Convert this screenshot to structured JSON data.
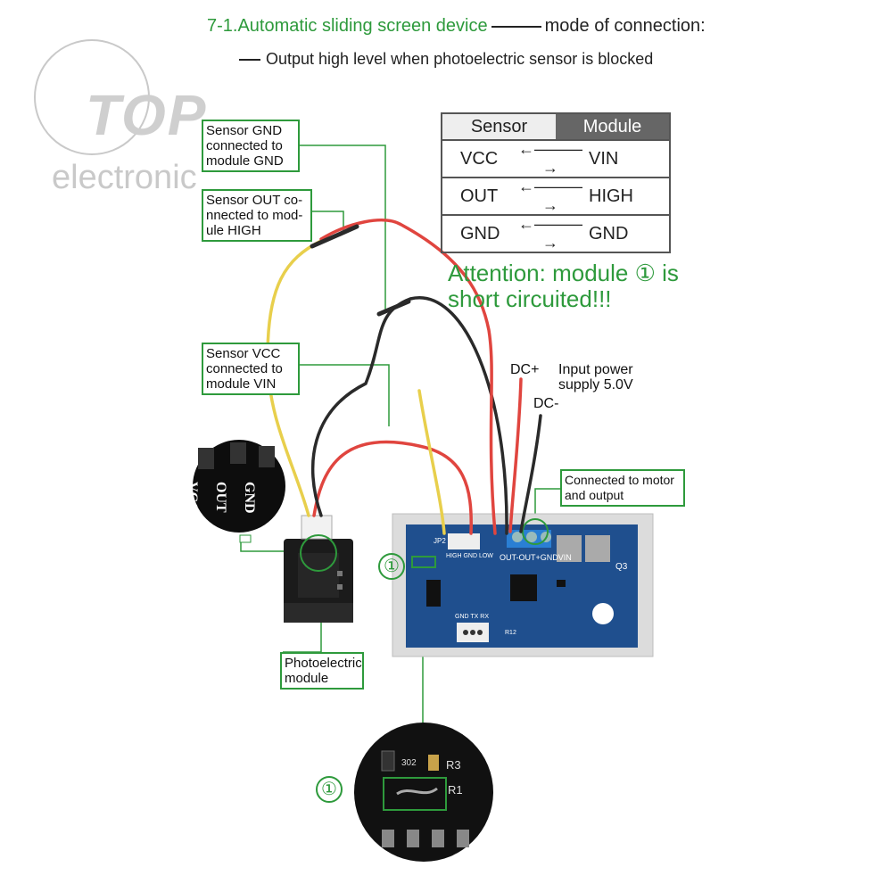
{
  "header": {
    "title_part1": "7-1.Automatic sliding screen device",
    "title_part2": "mode of connection:",
    "subtitle": "Output high level when photoelectric sensor is blocked"
  },
  "logo": {
    "main": "TOP",
    "sub": "electronic"
  },
  "callouts": {
    "gnd": [
      "Sensor GND",
      "connected to",
      "module GND"
    ],
    "out": [
      "Sensor OUT co-",
      "nnected to mod-",
      "ule HIGH"
    ],
    "vcc": [
      "Sensor VCC",
      "connected to",
      "module VIN"
    ],
    "photo": [
      "Photoelectric",
      "module"
    ],
    "motor": [
      "Connected to motor",
      "and output"
    ]
  },
  "table": {
    "header_left": "Sensor",
    "header_right": "Module",
    "arrow": "←———→",
    "rows": [
      {
        "sensor": "VCC",
        "module": "VIN"
      },
      {
        "sensor": "OUT",
        "module": "HIGH"
      },
      {
        "sensor": "GND",
        "module": "GND"
      }
    ]
  },
  "attention": {
    "line1": "Attention: module ① is",
    "line2": "short circuited!!!"
  },
  "power": {
    "dc_plus": "DC+",
    "dc_minus": "DC-",
    "input_line1": "Input power",
    "input_line2": "supply 5.0V"
  },
  "sensor_pins": {
    "vcc": "VCC",
    "out": "OUT",
    "gnd": "GND"
  },
  "board": {
    "connector_label": "HIGH GND LOW",
    "terminal_label": "OUT-OUT+GNDVIN",
    "q3": "Q3",
    "bottom_label": "GND TX RX",
    "r12": "R12",
    "jp2": "JP2"
  },
  "zoom": {
    "code": "302",
    "r3": "R3",
    "r1": "R1"
  },
  "badges": {
    "short": "①"
  },
  "colors": {
    "accent_green": "#2e9a3c",
    "wire_red": "#e0453f",
    "wire_black": "#2a2a2a",
    "wire_yellow": "#e8cf4c",
    "board_blue": "#1f4f8e"
  }
}
